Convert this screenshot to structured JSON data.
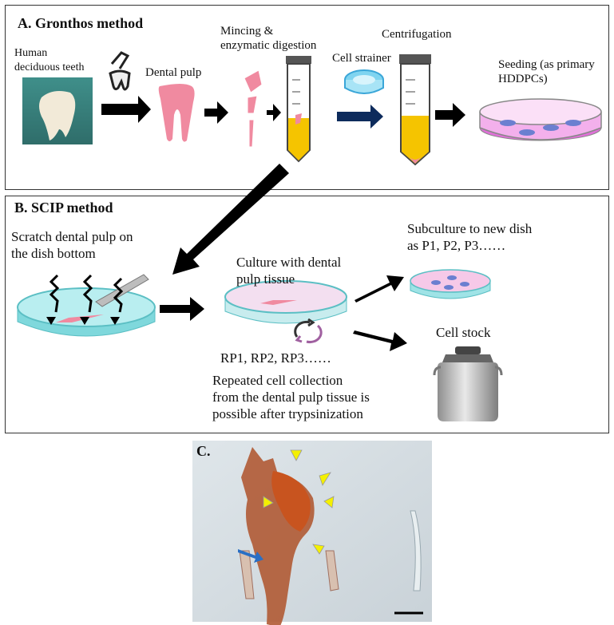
{
  "panel_a": {
    "title": "A. Gronthos method",
    "human_teeth": "Human\ndeciduous teeth",
    "dental_pulp": "Dental pulp",
    "mincing": "Mincing &\nenzymatic digestion",
    "cell_strainer": "Cell strainer",
    "centrifugation": "Centrifugation",
    "seeding": "Seeding (as primary\nHDDPCs)"
  },
  "panel_b": {
    "title": "B. SCIP method",
    "scratch": "Scratch dental pulp on\nthe dish bottom",
    "culture": "Culture with dental\npulp tissue",
    "rp": "RP1, RP2, RP3……",
    "repeated": "Repeated cell collection\nfrom the dental pulp tissue is\npossible after trypsinization",
    "subculture": "Subculture to new dish\nas P1, P2, P3……",
    "cell_stock": "Cell stock"
  },
  "panel_c": {
    "label": "C."
  },
  "colors": {
    "pulp_pink": "#f08aa0",
    "dish_cyan": "#9fe3e6",
    "medium_yellow": "#f5c400",
    "cell_blue": "#6b7fd0",
    "arrowhead_yellow": "#f4f000",
    "arrow_blue": "#2a6fc4"
  }
}
